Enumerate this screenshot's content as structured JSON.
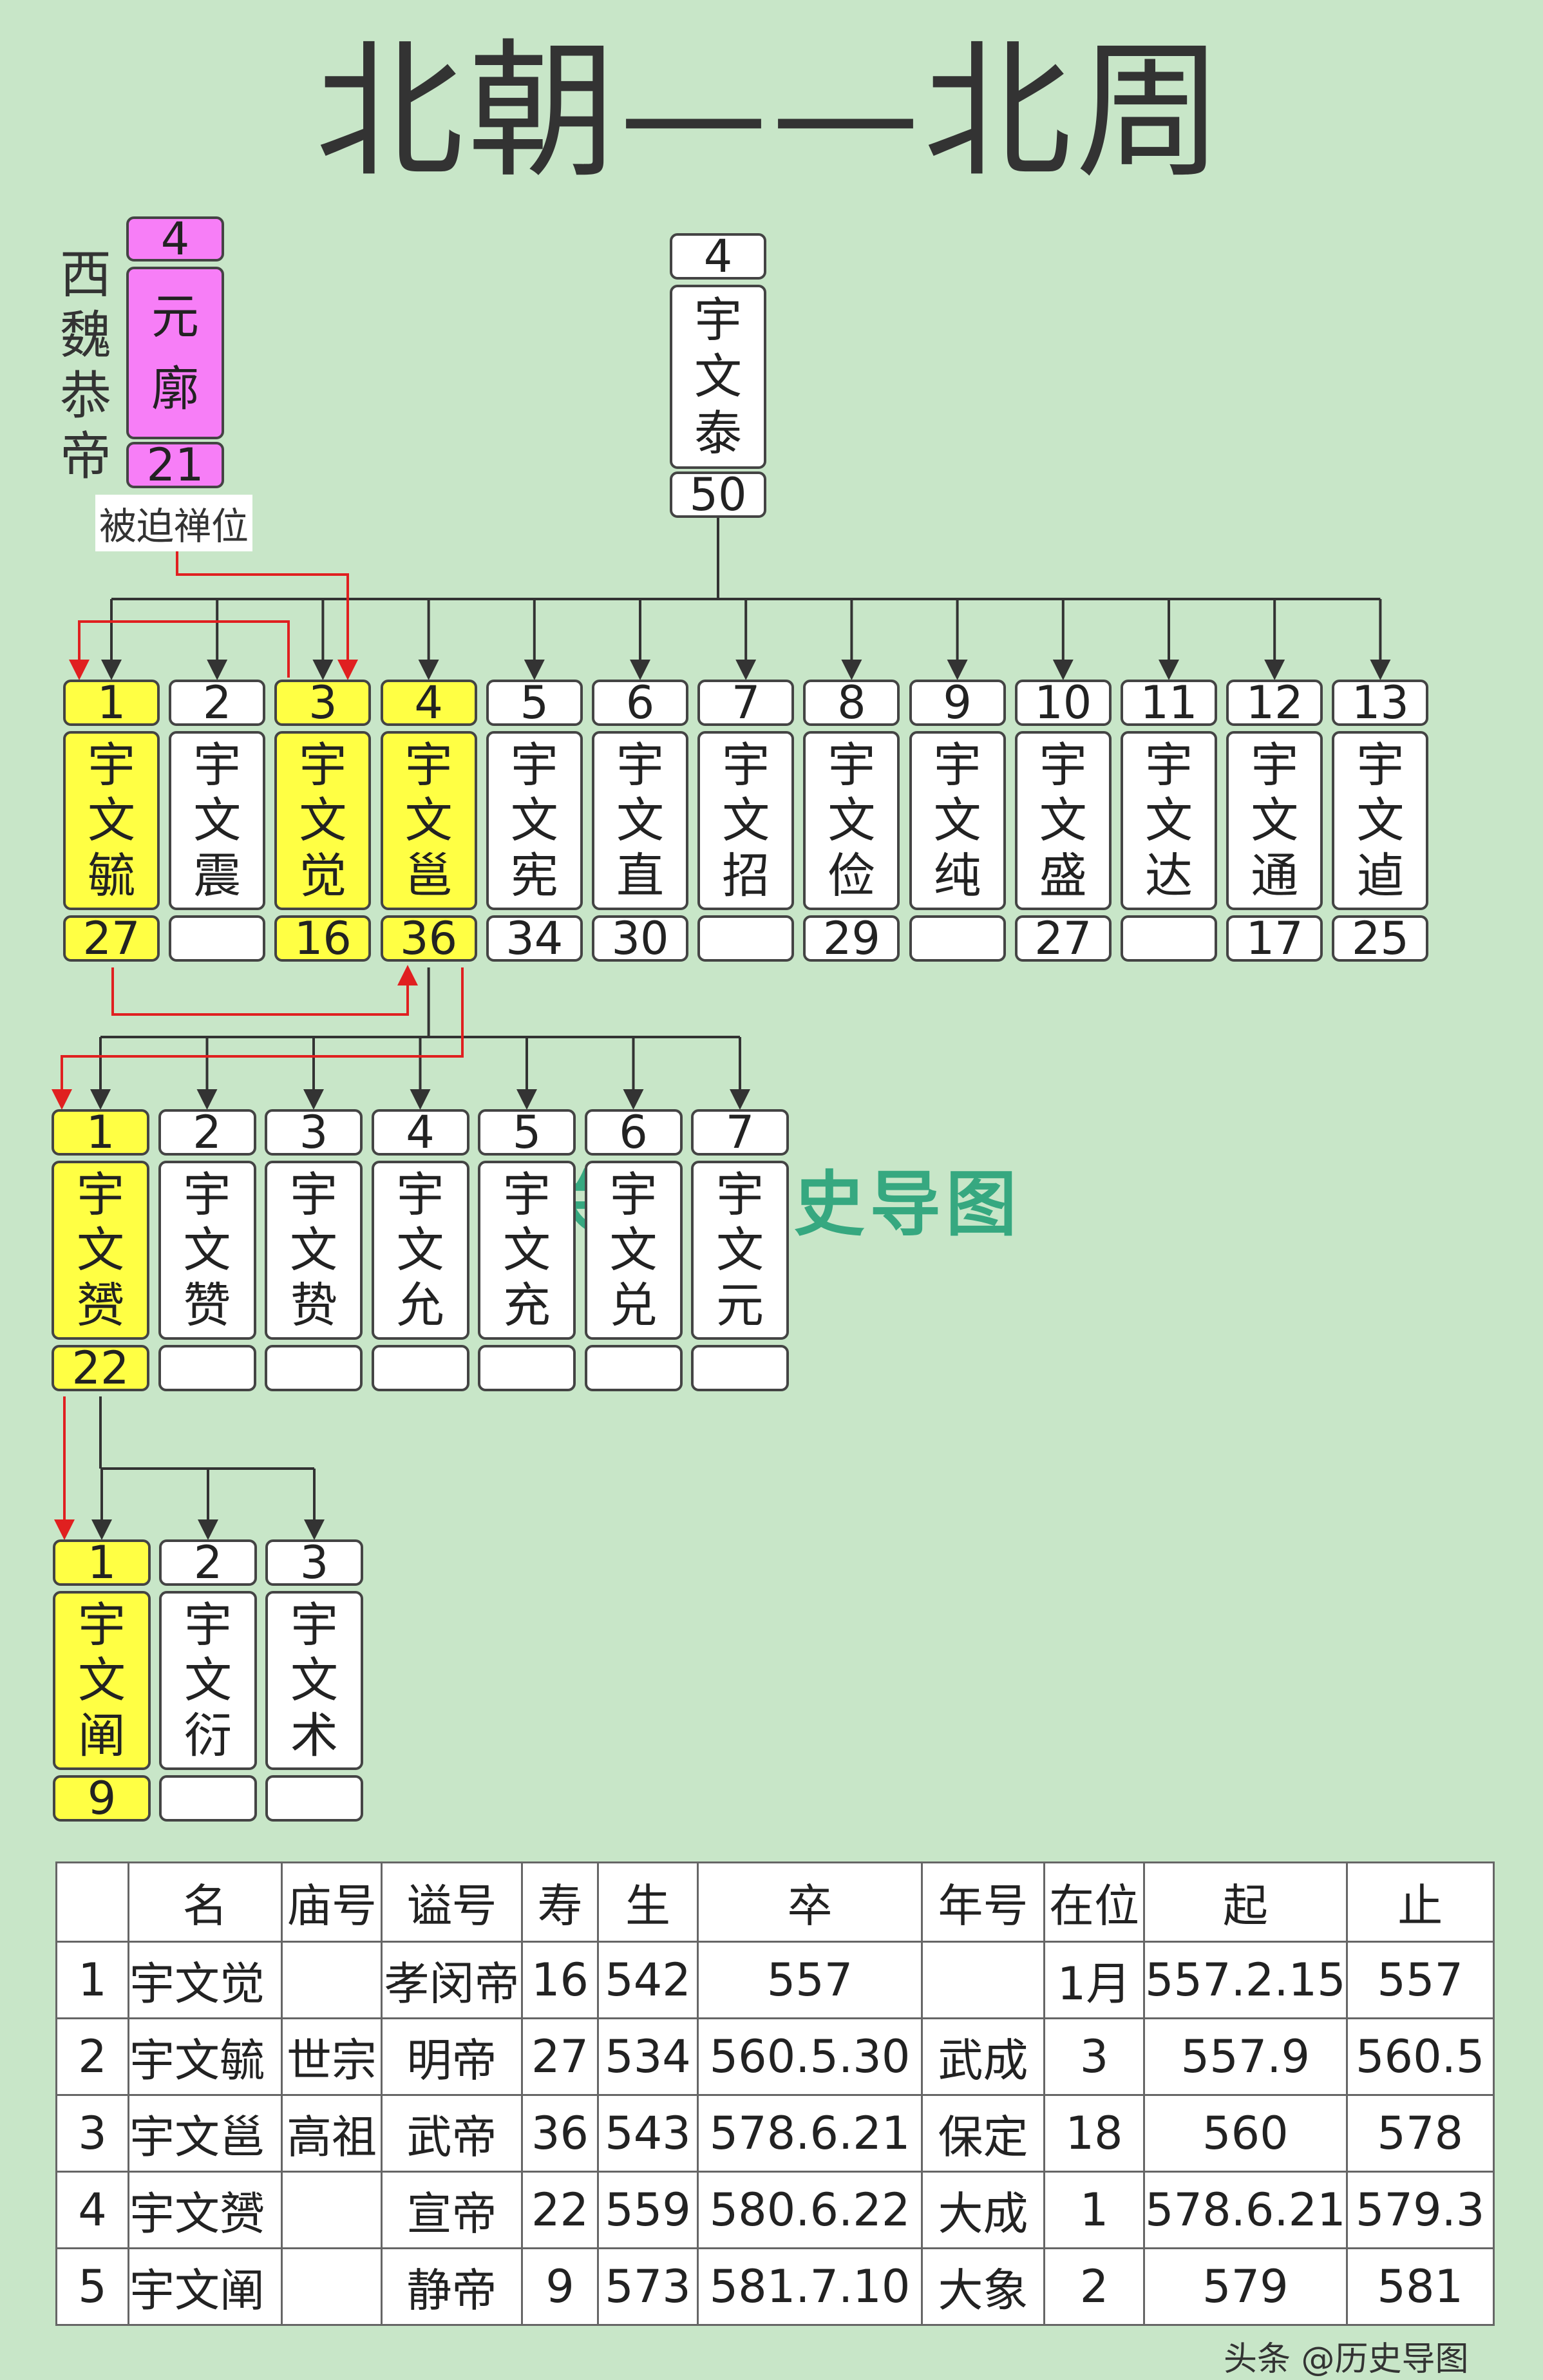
{
  "title": "北朝——北周",
  "western_wei": {
    "label": "西魏恭帝",
    "emperor": {
      "num": "4",
      "name": "元廓",
      "age": "21"
    },
    "note": "被迫禅位"
  },
  "father": {
    "num": "4",
    "name": "宇文泰",
    "age": "50"
  },
  "gen1": [
    {
      "num": "1",
      "name": "宇文毓",
      "age": "27",
      "hl": true
    },
    {
      "num": "2",
      "name": "宇文震",
      "age": "",
      "hl": false
    },
    {
      "num": "3",
      "name": "宇文觉",
      "age": "16",
      "hl": true
    },
    {
      "num": "4",
      "name": "宇文邕",
      "age": "36",
      "hl": true
    },
    {
      "num": "5",
      "name": "宇文宪",
      "age": "34",
      "hl": false
    },
    {
      "num": "6",
      "name": "宇文直",
      "age": "30",
      "hl": false
    },
    {
      "num": "7",
      "name": "宇文招",
      "age": "",
      "hl": false
    },
    {
      "num": "8",
      "name": "宇文俭",
      "age": "29",
      "hl": false
    },
    {
      "num": "9",
      "name": "宇文纯",
      "age": "",
      "hl": false
    },
    {
      "num": "10",
      "name": "宇文盛",
      "age": "27",
      "hl": false
    },
    {
      "num": "11",
      "name": "宇文达",
      "age": "",
      "hl": false
    },
    {
      "num": "12",
      "name": "宇文通",
      "age": "17",
      "hl": false
    },
    {
      "num": "13",
      "name": "宇文逌",
      "age": "25",
      "hl": false
    }
  ],
  "gen2": [
    {
      "num": "1",
      "name": "宇文赟",
      "age": "22",
      "hl": true
    },
    {
      "num": "2",
      "name": "宇文赞",
      "age": "",
      "hl": false
    },
    {
      "num": "3",
      "name": "宇文贽",
      "age": "",
      "hl": false
    },
    {
      "num": "4",
      "name": "宇文允",
      "age": "",
      "hl": false
    },
    {
      "num": "5",
      "name": "宇文充",
      "age": "",
      "hl": false
    },
    {
      "num": "6",
      "name": "宇文兑",
      "age": "",
      "hl": false
    },
    {
      "num": "7",
      "name": "宇文元",
      "age": "",
      "hl": false
    }
  ],
  "gen3": [
    {
      "num": "1",
      "name": "宇文阐",
      "age": "9",
      "hl": true
    },
    {
      "num": "2",
      "name": "宇文衍",
      "age": "",
      "hl": false
    },
    {
      "num": "3",
      "name": "宇文术",
      "age": "",
      "hl": false
    }
  ],
  "watermark": "关注:历史导图",
  "table": {
    "headers": [
      "",
      "名",
      "庙号",
      "谥号",
      "寿",
      "生",
      "卒",
      "年号",
      "在位",
      "起",
      "止"
    ],
    "rows": [
      [
        "1",
        "宇文觉",
        "",
        "孝闵帝",
        "16",
        "542",
        "557",
        "",
        "1月",
        "557.2.15",
        "557"
      ],
      [
        "2",
        "宇文毓",
        "世宗",
        "明帝",
        "27",
        "534",
        "560.5.30",
        "武成",
        "3",
        "557.9",
        "560.5"
      ],
      [
        "3",
        "宇文邕",
        "高祖",
        "武帝",
        "36",
        "543",
        "578.6.21",
        "保定",
        "18",
        "560",
        "578"
      ],
      [
        "4",
        "宇文赟",
        "",
        "宣帝",
        "22",
        "559",
        "580.6.22",
        "大成",
        "1",
        "578.6.21",
        "579.3"
      ],
      [
        "5",
        "宇文阐",
        "",
        "静帝",
        "9",
        "573",
        "581.7.10",
        "大象",
        "2",
        "579",
        "581"
      ]
    ]
  },
  "credit": "头条 @历史导图",
  "colors": {
    "background": "#c8e6c8",
    "highlight": "#ffff44",
    "western_wei": "#f77ef7",
    "succession_arrow": "#e02020",
    "tree_line": "#333333"
  }
}
